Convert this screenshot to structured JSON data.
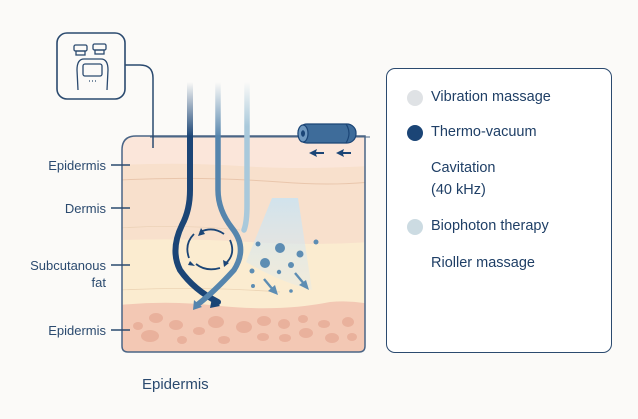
{
  "layer_labels": [
    "Epidermis",
    "Dermis",
    "Subcutanous fat",
    "Epidermis"
  ],
  "layer_label_lines": {
    "subcutaneous_line1": "Subcutanous",
    "subcutaneous_line2": "fat"
  },
  "bottom_caption": "Epidermis",
  "device_icon": "body-contouring-machine-icon",
  "roller_icon": "roller-cylinder-icon",
  "legend": {
    "items": [
      {
        "label": "Vibration massage",
        "dot_color": "#dfe2e5"
      },
      {
        "label": "Thermo-vacuum",
        "dot_color": "#1b4576"
      },
      {
        "label_line1": "Cavitation",
        "label_line2": "(40 kHz)",
        "dot_color": null
      },
      {
        "label": "Biophoton therapy",
        "dot_color": "#ccdbe2"
      },
      {
        "label": "Rioller massage",
        "dot_color": null
      }
    ]
  },
  "colors": {
    "navy": "#1b4576",
    "mid_blue": "#5585ad",
    "light_blue": "#a9c9db",
    "skin_top": "#fbe6da",
    "dermis": "#f8e0cc",
    "fat": "#fbecd0",
    "bottom_layer": "#f3c8b4"
  }
}
